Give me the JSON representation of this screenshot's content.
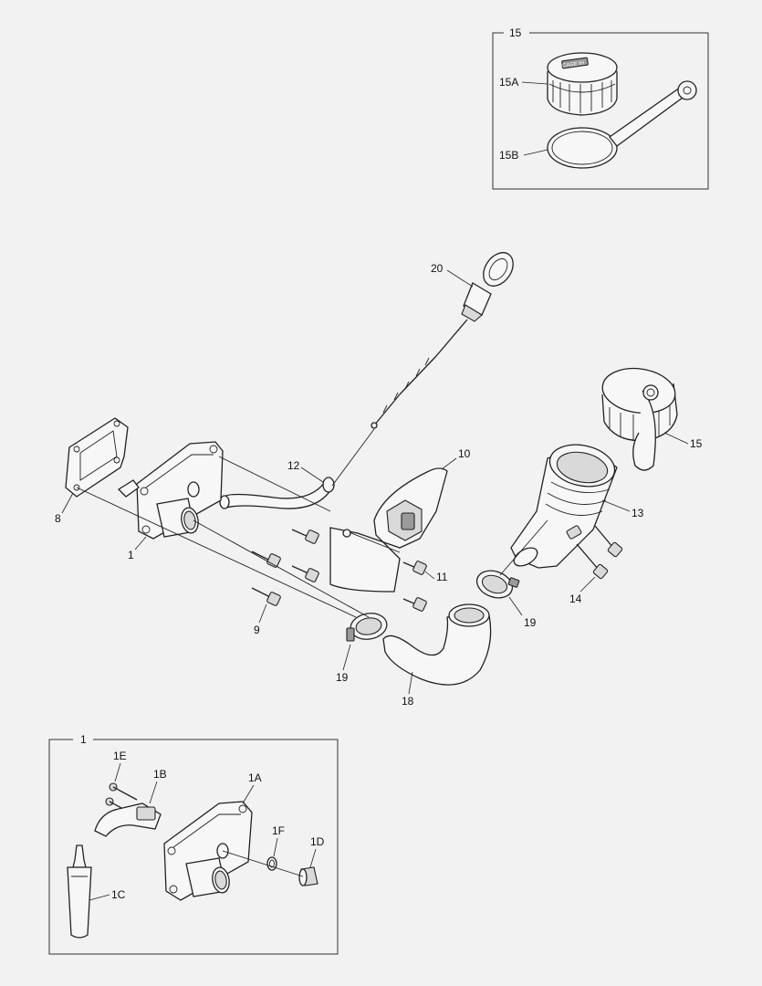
{
  "callouts": {
    "c15_title": "15",
    "c15A": "15A",
    "c15B": "15B",
    "c20": "20",
    "c12": "12",
    "c10": "10",
    "c15": "15",
    "c13": "13",
    "c8": "8",
    "c1": "1",
    "c9": "9",
    "c11": "11",
    "c14": "14",
    "c19a": "19",
    "c19b": "19",
    "c18": "18",
    "c1_title": "1",
    "c1E": "1E",
    "c1B": "1B",
    "c1A": "1A",
    "c1F": "1F",
    "c1D": "1D",
    "c1C": "1C"
  },
  "cap_emblem": "CASE IH"
}
